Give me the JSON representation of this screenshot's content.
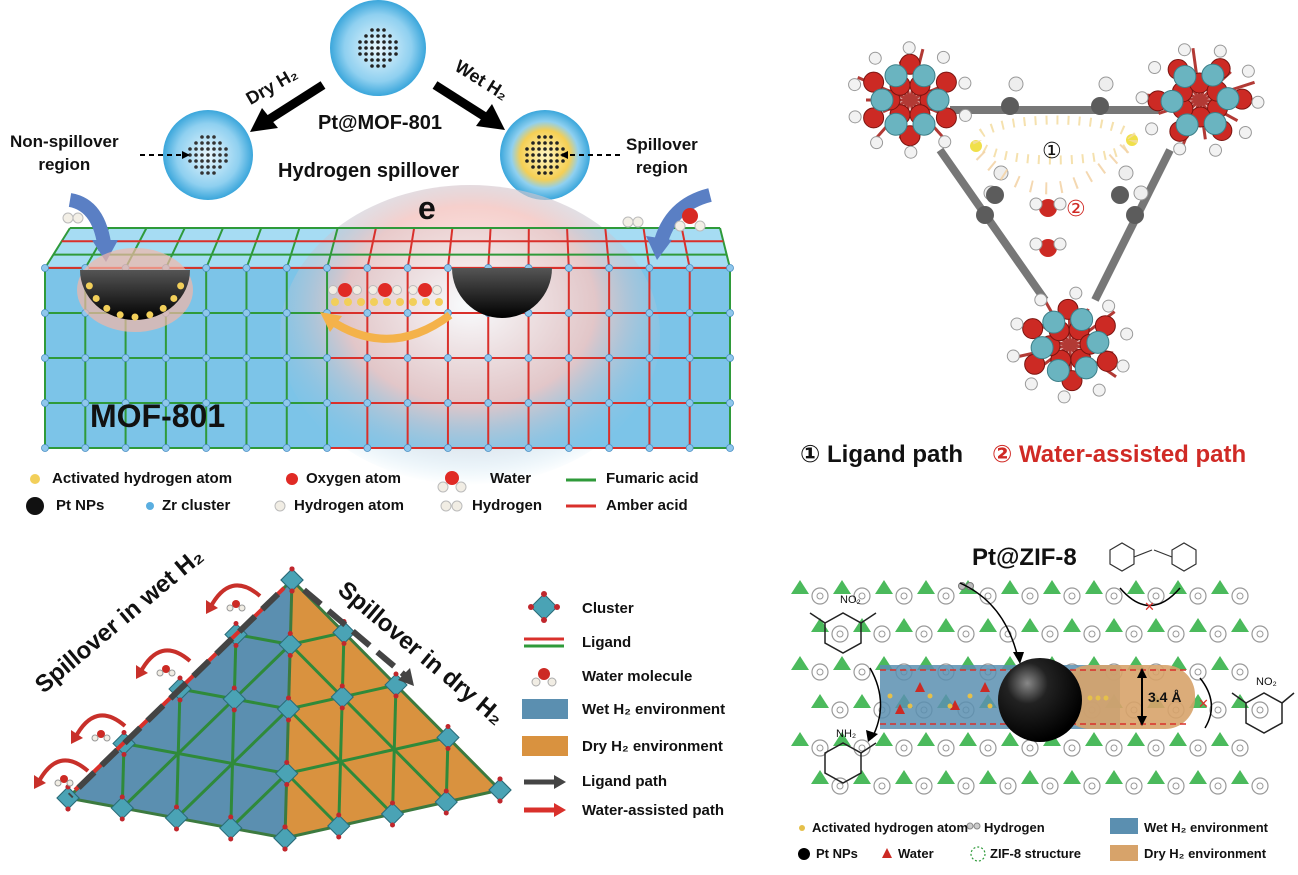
{
  "panel1": {
    "center_label": "Pt@MOF-801",
    "dry_arrow": "Dry H₂",
    "wet_arrow": "Wet H₂",
    "caption": "Hydrogen spillover",
    "non_spillover": "Non-spillover\nregion",
    "spillover": "Spillover\nregion",
    "electron": "e",
    "mof_label": "MOF-801",
    "legend": [
      {
        "label": "Activated hydrogen atom",
        "icon": "yellow-dot-icon"
      },
      {
        "label": "Oxygen atom",
        "icon": "red-dot-icon"
      },
      {
        "label": "Water",
        "icon": "water-molecule-icon"
      },
      {
        "label": "Fumaric acid",
        "icon": "green-line-icon"
      },
      {
        "label": "Pt NPs",
        "icon": "black-dot-icon"
      },
      {
        "label": "Zr cluster",
        "icon": "blue-dot-icon"
      },
      {
        "label": "Hydrogen atom",
        "icon": "white-dot-icon"
      },
      {
        "label": "Hydrogen",
        "icon": "hydrogen-molecule-icon"
      },
      {
        "label": "Amber acid",
        "icon": "red-line-icon"
      }
    ]
  },
  "panel2": {
    "path1_num": "①",
    "path2_num": "②",
    "legend_ligand": "① Ligand path",
    "legend_water": "② Water-assisted path"
  },
  "panel3": {
    "wet_label": "Spillover in wet H₂",
    "dry_label": "Spillover in dry H₂",
    "legend": [
      {
        "label": "Cluster",
        "icon": "cluster-icon"
      },
      {
        "label": "Ligand",
        "icon": "ligand-icon"
      },
      {
        "label": "Water molecule",
        "icon": "water-molecule-icon"
      },
      {
        "label": "Wet H₂ environment",
        "icon": "wet-swatch-icon"
      },
      {
        "label": "Dry H₂ environment",
        "icon": "dry-swatch-icon"
      },
      {
        "label": "Ligand path",
        "icon": "black-arrow-icon"
      },
      {
        "label": "Water-assisted path",
        "icon": "red-arrow-icon"
      }
    ]
  },
  "panel4": {
    "title": "Pt@ZIF-8",
    "no2": "NO₂",
    "nh2": "NH₂",
    "distance": "3.4 Å",
    "legend": [
      {
        "label": "Activated hydrogen atom"
      },
      {
        "label": "Hydrogen"
      },
      {
        "label": "Wet H₂ environment"
      },
      {
        "label": "Pt NPs"
      },
      {
        "label": "Water"
      },
      {
        "label": "ZIF-8 structure"
      },
      {
        "label": "Dry H₂ environment"
      }
    ]
  },
  "colors": {
    "mof_blue": "#7cc4e8",
    "fumaric_green": "#2f9a3a",
    "amber_red": "#d9302b",
    "wet_blue": "#5b8fb0",
    "dry_orange": "#d9923f",
    "zr_teal": "#6ab4c0",
    "water_red": "#cc2a24"
  }
}
